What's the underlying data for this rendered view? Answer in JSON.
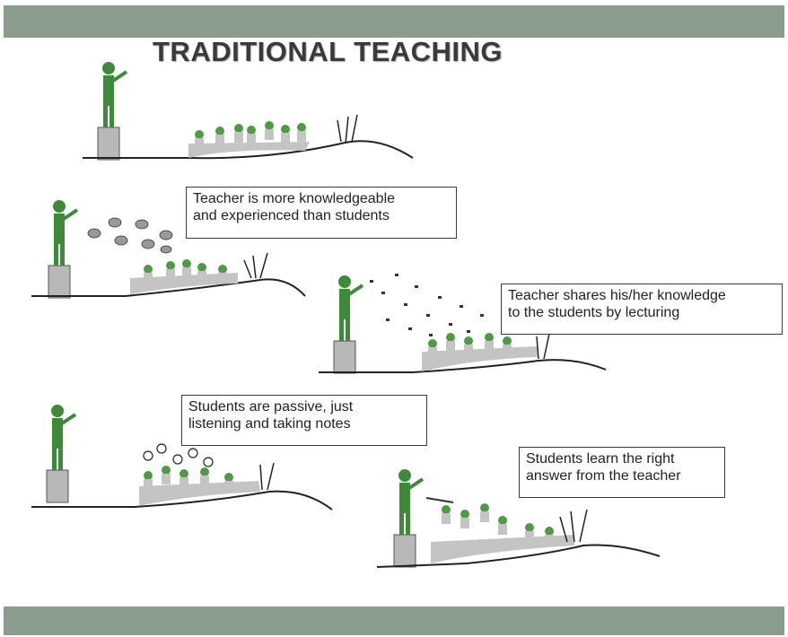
{
  "slide": {
    "title": "TRADITIONAL TEACHING"
  },
  "callouts": [
    {
      "line1": "Teacher is more knowledgeable",
      "line2": "and experienced than students"
    },
    {
      "line1": "Teacher shares his/her knowledge",
      "line2": "to the students by lecturing"
    },
    {
      "line1": "Students are passive, just",
      "line2": "listening and taking notes"
    },
    {
      "line1": "Students learn the right",
      "line2": "answer from the teacher"
    }
  ],
  "colors": {
    "band": "#8a9c8c",
    "figure_green": "#3f8a3a",
    "crowd_gray": "#c4c4c4",
    "ink": "#222222"
  }
}
